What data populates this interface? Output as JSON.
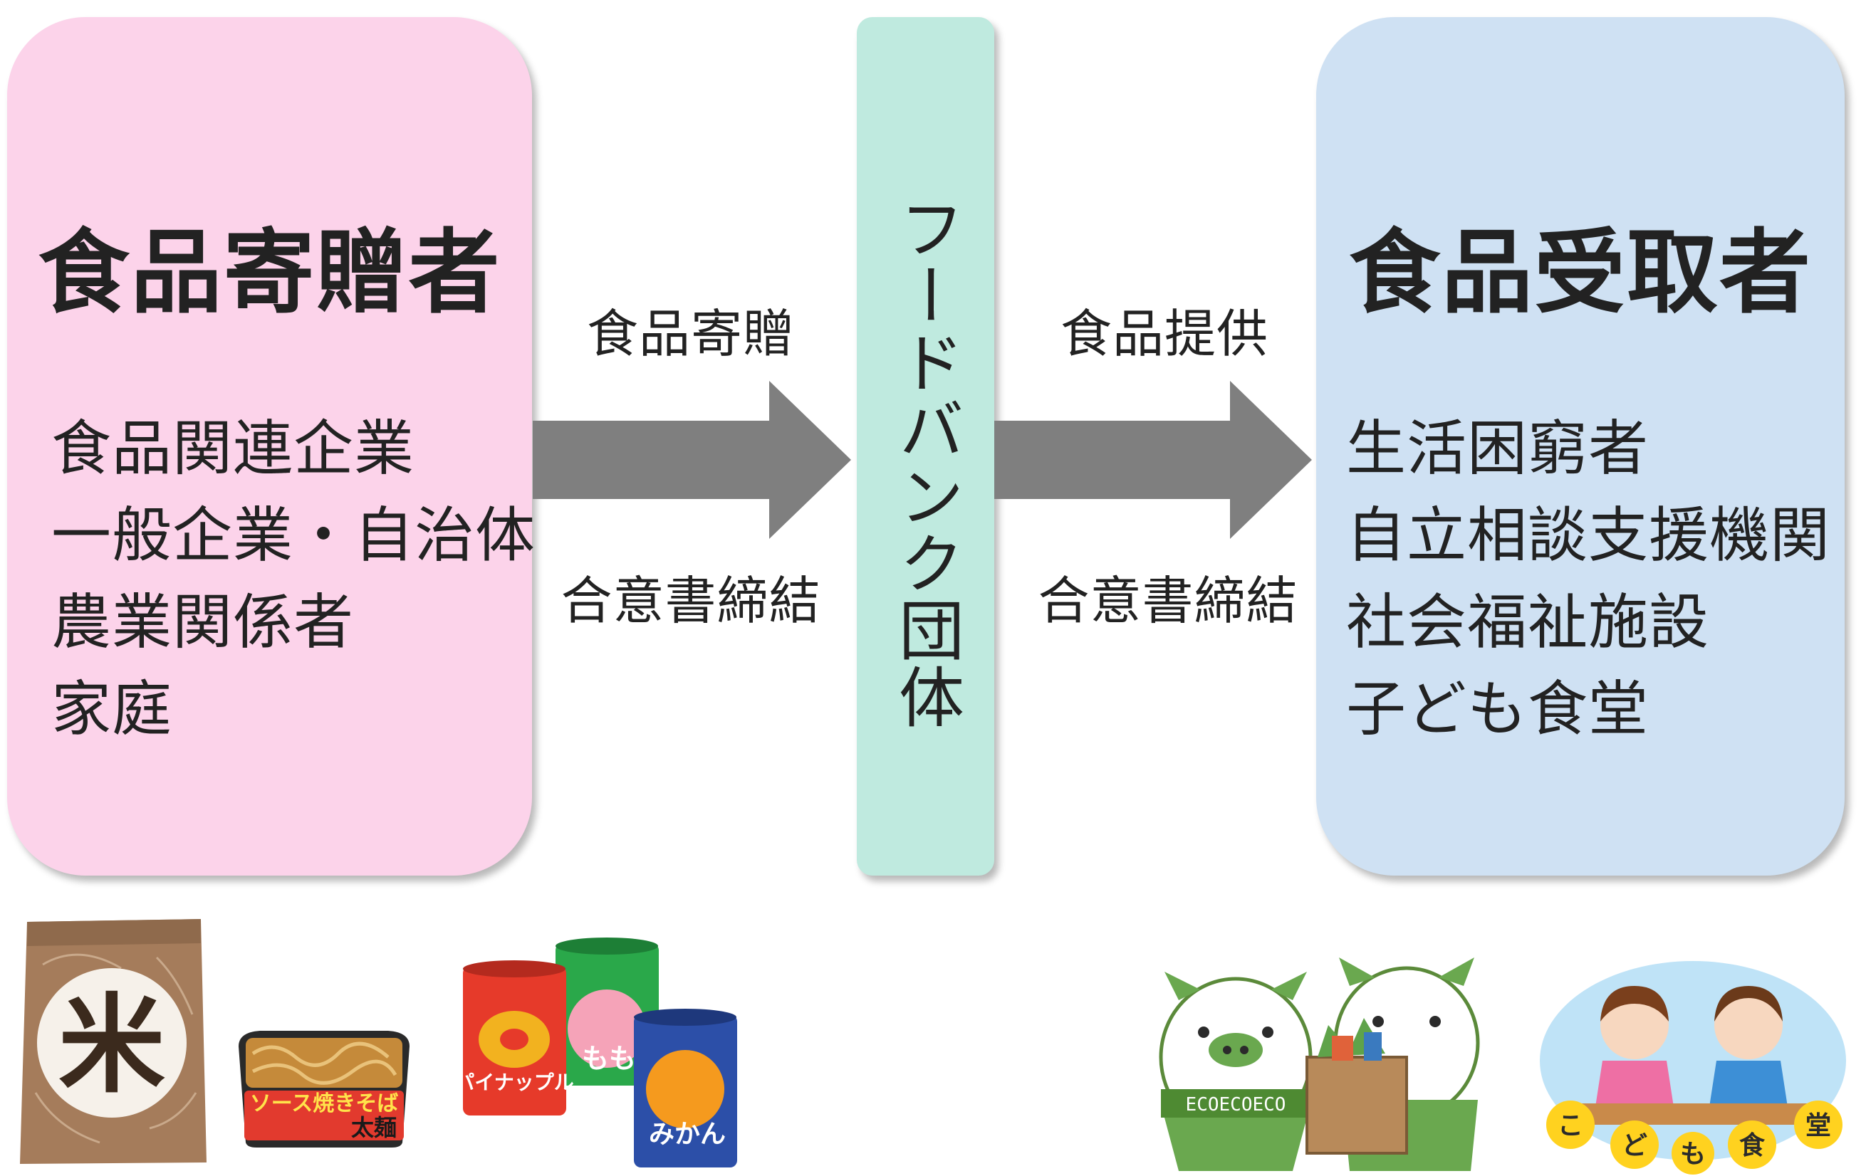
{
  "colors": {
    "donor_box": "#fcd3ea",
    "foodbank_box": "#bfeadf",
    "recipient_box": "#cfe1f3",
    "arrow": "#7f7f7f",
    "text": "#222222"
  },
  "donor": {
    "title": "食品寄贈者",
    "items": [
      "食品関連企業",
      "一般企業・自治体",
      "農業関係者",
      "家庭"
    ]
  },
  "foodbank": {
    "title": "フードバンク団体"
  },
  "recipient": {
    "title": "食品受取者",
    "items": [
      "生活困窮者",
      "自立相談支援機関",
      "社会福祉施設",
      "子ども食堂"
    ]
  },
  "flow": {
    "donation_label": "食品寄贈",
    "agreement_label_1": "合意書締結",
    "provide_label": "食品提供",
    "agreement_label_2": "合意書締結"
  },
  "illustrations": {
    "rice_bag_text": "米",
    "noodle_text_1": "ソース焼きそば",
    "noodle_text_2": "太麺",
    "can_pineapple": "パイナップル",
    "can_peach": "もも",
    "can_mikan": "みかん",
    "mascot_text": "ECOECOECO",
    "kodomo_chars": [
      "こ",
      "ど",
      "も",
      "食",
      "堂"
    ]
  }
}
